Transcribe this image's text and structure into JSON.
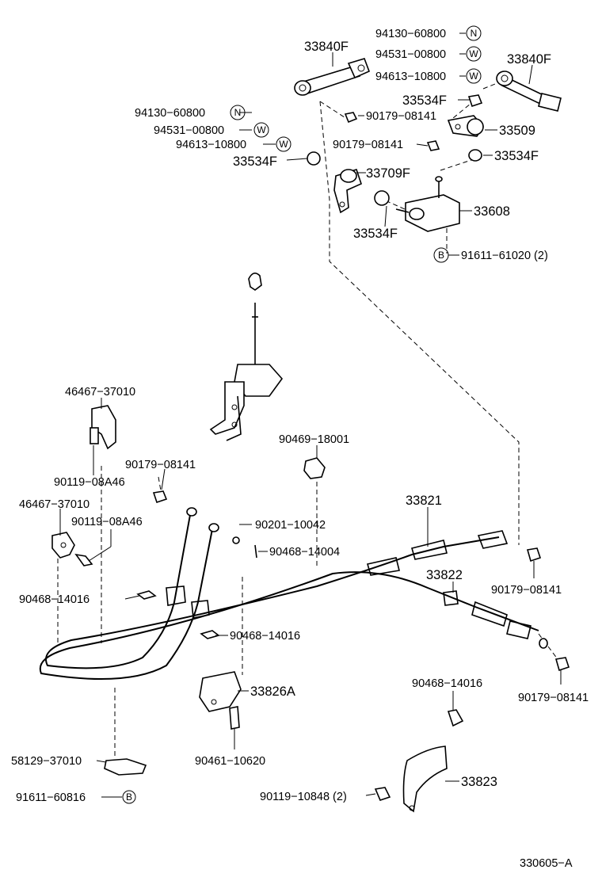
{
  "labels": {
    "p33840f_left": "33840F",
    "p94130_top": "94130−60800",
    "p94531_top": "94531−00800",
    "p94613_top": "94613−10800",
    "p33840f_right": "33840F",
    "p33534f_a": "33534F",
    "p33509": "33509",
    "p90179_a": "90179−08141",
    "p94130_mid": "94130−60800",
    "p94531_mid": "94531−00800",
    "p94613_mid": "94613−10800",
    "p90179_b": "90179−08141",
    "p33534f_b": "33534F",
    "p33534f_c": "33534F",
    "p33709f": "33709F",
    "p33608": "33608",
    "p33534f_d": "33534F",
    "p91611_61020": "91611−61020 (2)",
    "p46467_a": "46467−37010",
    "p90469": "90469−18001",
    "p90179_c": "90179−08141",
    "p90119_a": "90119−08A46",
    "p33821": "33821",
    "p46467_b": "46467−37010",
    "p90119_b": "90119−08A46",
    "p90201": "90201−10042",
    "p90468_14004": "90468−14004",
    "p33822": "33822",
    "p90468_a": "90468−14016",
    "p90179_d": "90179−08141",
    "p90468_b": "90468−14016",
    "p33826a": "33826A",
    "p90468_c": "90468−14016",
    "p90179_e": "90179−08141",
    "p58129": "58129−37010",
    "p90461": "90461−10620",
    "p33823": "33823",
    "p90119_10848": "90119−10848 (2)",
    "p91611_60816": "91611−60816",
    "catalog_no": "330605−A"
  },
  "markers": {
    "n1": "N",
    "w1": "W",
    "w2": "W",
    "n2": "N",
    "w3": "W",
    "w4": "W",
    "b1": "B",
    "b2": "B"
  }
}
